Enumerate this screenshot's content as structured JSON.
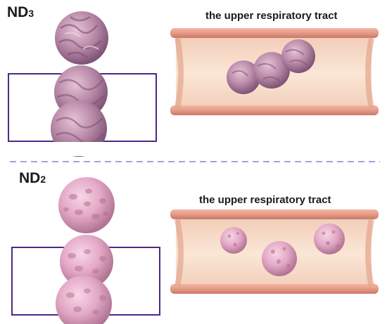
{
  "panels": [
    {
      "id": "nd3",
      "label_main": "ND",
      "label_sub": "3",
      "tract_title": "the upper respiratory tract",
      "particle_surface": "wrinkled"
    },
    {
      "id": "nd2",
      "label_main": "ND",
      "label_sub": "2",
      "tract_title": "the upper respiratory tract",
      "particle_surface": "dimpled"
    }
  ],
  "colors": {
    "box_border": "#4b2a86",
    "divider": "#8a80c8",
    "tube_wall": "#e8a08c",
    "tube_inner": "#f7ddcc",
    "particle_nd3": "#b98aa8",
    "particle_nd2": "#e3a8c6"
  }
}
